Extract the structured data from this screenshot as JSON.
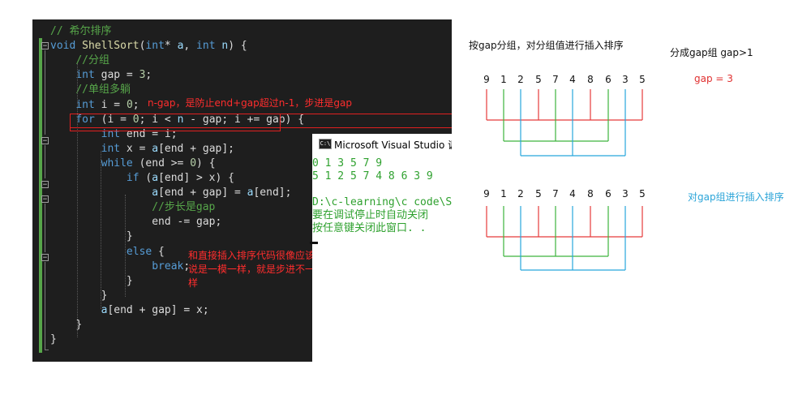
{
  "editor": {
    "lines": [
      [
        {
          "t": "// 希尔排序",
          "c": "cmt"
        }
      ],
      [
        {
          "t": "void ",
          "c": "kw"
        },
        {
          "t": "ShellSort",
          "c": "fn"
        },
        {
          "t": "("
        },
        {
          "t": "int",
          "c": "kw"
        },
        {
          "t": "* "
        },
        {
          "t": "a",
          "c": "pm"
        },
        {
          "t": ", "
        },
        {
          "t": "int",
          "c": "kw"
        },
        {
          "t": " "
        },
        {
          "t": "n",
          "c": "pm"
        },
        {
          "t": ") {"
        }
      ],
      [
        {
          "t": "    "
        },
        {
          "t": "//分组",
          "c": "cmt"
        }
      ],
      [
        {
          "t": "    "
        },
        {
          "t": "int",
          "c": "kw"
        },
        {
          "t": " gap = "
        },
        {
          "t": "3",
          "c": "num"
        },
        {
          "t": ";"
        }
      ],
      [
        {
          "t": "    "
        },
        {
          "t": "//单组多躺",
          "c": "cmt"
        }
      ],
      [
        {
          "t": "    "
        },
        {
          "t": "int",
          "c": "kw"
        },
        {
          "t": " i = "
        },
        {
          "t": "0",
          "c": "num"
        },
        {
          "t": ";"
        }
      ],
      [
        {
          "t": "    "
        },
        {
          "t": "for",
          "c": "kw"
        },
        {
          "t": " (i = "
        },
        {
          "t": "0",
          "c": "num"
        },
        {
          "t": "; i < "
        },
        {
          "t": "n",
          "c": "pm"
        },
        {
          "t": " - gap; i += gap) {"
        }
      ],
      [
        {
          "t": "        "
        },
        {
          "t": "int",
          "c": "kw"
        },
        {
          "t": " end = i;"
        }
      ],
      [
        {
          "t": "        "
        },
        {
          "t": "int",
          "c": "kw"
        },
        {
          "t": " x = "
        },
        {
          "t": "a",
          "c": "pm"
        },
        {
          "t": "[end + gap];"
        }
      ],
      [
        {
          "t": "        "
        },
        {
          "t": "while",
          "c": "kw"
        },
        {
          "t": " (end >= "
        },
        {
          "t": "0",
          "c": "num"
        },
        {
          "t": ") {"
        }
      ],
      [
        {
          "t": "            "
        },
        {
          "t": "if",
          "c": "kw"
        },
        {
          "t": " ("
        },
        {
          "t": "a",
          "c": "pm"
        },
        {
          "t": "[end] > x) {"
        }
      ],
      [
        {
          "t": "                "
        },
        {
          "t": "a",
          "c": "pm"
        },
        {
          "t": "[end + gap] = "
        },
        {
          "t": "a",
          "c": "pm"
        },
        {
          "t": "[end];"
        }
      ],
      [
        {
          "t": "                "
        },
        {
          "t": "//步长是gap",
          "c": "cmt"
        }
      ],
      [
        {
          "t": "                "
        },
        {
          "t": "end -= gap;"
        }
      ],
      [
        {
          "t": "            "
        },
        {
          "t": "}"
        }
      ],
      [
        {
          "t": "            "
        },
        {
          "t": "else",
          "c": "kw"
        },
        {
          "t": " {"
        }
      ],
      [
        {
          "t": "                "
        },
        {
          "t": "break",
          "c": "kw"
        },
        {
          "t": ";"
        }
      ],
      [
        {
          "t": "            "
        },
        {
          "t": "}"
        }
      ],
      [
        {
          "t": "        "
        },
        {
          "t": "}"
        }
      ],
      [
        {
          "t": "        "
        },
        {
          "t": "a",
          "c": "pm"
        },
        {
          "t": "[end + gap] = x;"
        }
      ],
      [
        {
          "t": "    "
        },
        {
          "t": "}"
        }
      ],
      [
        {
          "t": "}"
        }
      ]
    ],
    "annotation_1": "n-gap，是防止end+gap超过n-1，步进是gap",
    "annotation_2_line1": "和直接插入排序代码很像应该",
    "annotation_2_line2": "说是一模一样，就是步进不一",
    "annotation_2_line3": "样"
  },
  "console": {
    "title": "Microsoft Visual Studio 调",
    "output_line1": "0 1 3 5 7 9",
    "output_line2": "5 1 2 5 7 4 8 6 3 9",
    "output_line3": "D:\\c-learning\\c code\\S",
    "output_line4": "要在调试停止时自动关闭",
    "output_line5": "按任意键关闭此窗口. ."
  },
  "diagram": {
    "heading": "按gap分组，对分组值进行插入排序",
    "subheading": "分成gap组 gap>1",
    "gap_label": "gap = 3",
    "sort_label": "对gap组进行插入排序",
    "row1": [
      "9",
      "1",
      "2",
      "5",
      "7",
      "4",
      "8",
      "6",
      "3",
      "5"
    ],
    "row2": [
      "9",
      "1",
      "2",
      "5",
      "7",
      "4",
      "8",
      "6",
      "3",
      "5"
    ],
    "colors": {
      "group1": "#e53b3b",
      "group2": "#3db33d",
      "group3": "#27a6dc"
    }
  }
}
